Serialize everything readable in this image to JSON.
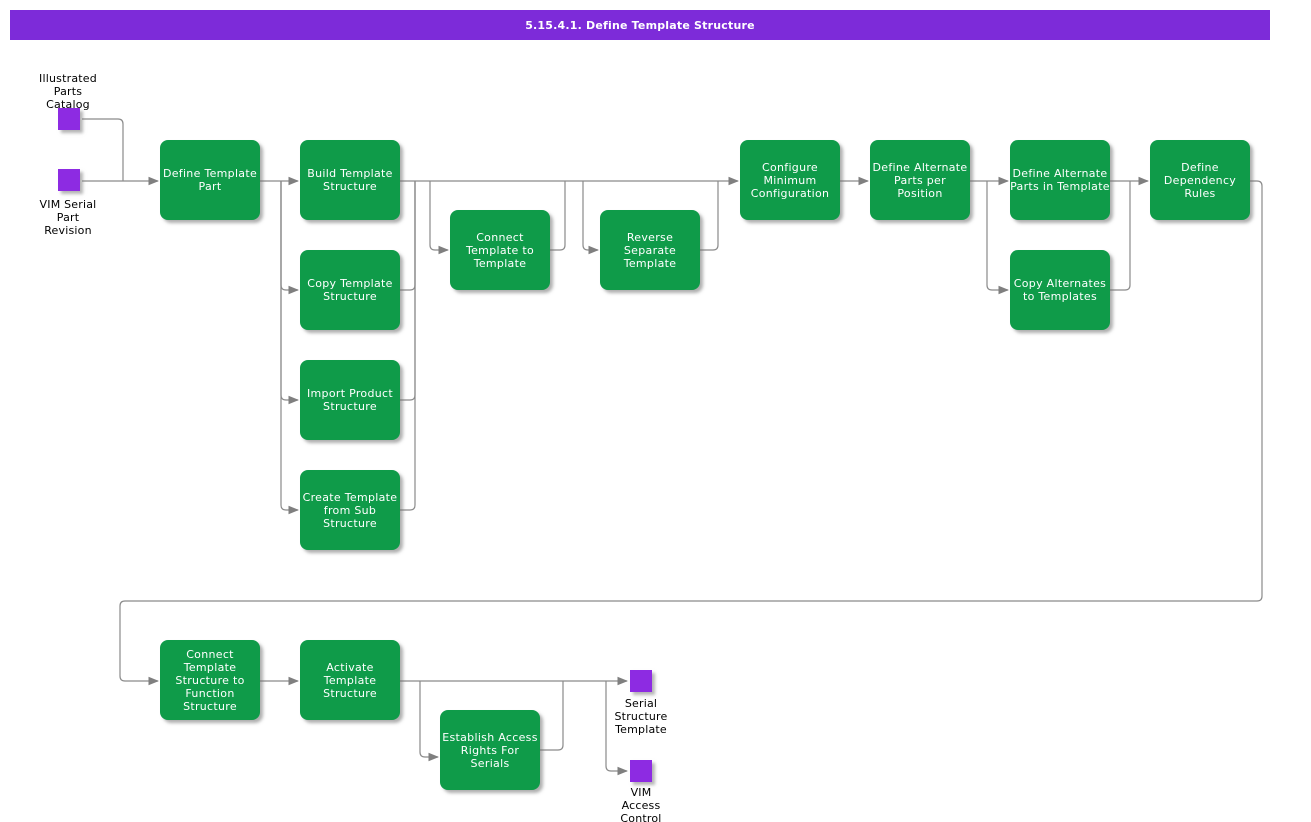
{
  "title": "5.15.4.1. Define Template Structure",
  "colors": {
    "title_bar_bg": "#7d2bd9",
    "task_box_green": "#0f9b49",
    "artifact_icon_purple": "#8d2be2",
    "connector_gray": "#8a8a8a",
    "task_text": "#ffffff",
    "label_text": "#000000"
  },
  "artifacts": {
    "illustrated_parts_catalog": "Illustrated\nParts\nCatalog",
    "vim_serial_part_revision": "VIM Serial\nPart\nRevision",
    "serial_structure_template": "Serial\nStructure\nTemplate",
    "vim_access_control": "VIM\nAccess\nControl"
  },
  "tasks": {
    "define_template_part": "Define Template\nPart",
    "build_template_structure": "Build Template\nStructure",
    "copy_template_structure": "Copy Template\nStructure",
    "import_product_structure": "Import Product\nStructure",
    "create_template_from_sub_structure": "Create Template\nfrom Sub\nStructure",
    "connect_template_to_template": "Connect\nTemplate to\nTemplate",
    "reverse_separate_template": "Reverse\nSeparate\nTemplate",
    "configure_minimum_configuration": "Configure\nMinimum\nConfiguration",
    "define_alternate_parts_per_position": "Define Alternate\nParts per Position",
    "define_alternate_parts_in_template": "Define Alternate\nParts in Template",
    "copy_alternates_to_templates": "Copy Alternates\nto Templates",
    "define_dependency_rules": "Define\nDependency\nRules",
    "connect_template_structure_to_function_structure": "Connect\nTemplate\nStructure to\nFunction\nStructure",
    "activate_template_structure": "Activate\nTemplate\nStructure",
    "establish_access_rights_for_serials": "Establish Access\nRights For Serials"
  }
}
